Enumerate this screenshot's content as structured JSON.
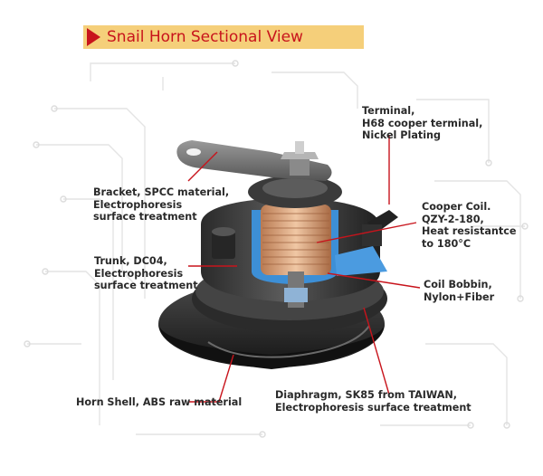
{
  "title": "Snail Horn Sectional View",
  "labels": {
    "terminal": "Terminal,\nH68 cooper terminal,\nNickel Plating",
    "bracket": "Bracket, SPCC material,\nElectrophoresis\nsurface treatment",
    "coil": "Cooper Coil.\nQZY-2-180,\nHeat resistantce\nto 180°C",
    "trunk": "Trunk, DC04,\nElectrophoresis\nsurface treatment",
    "bobbin": "Coil Bobbin,\nNylon+Fiber",
    "shell": "Horn Shell, ABS raw material",
    "diaphragm": "Diaphragm, SK85 from TAIWAN,\nElectrophoresis surface treatment"
  },
  "colors": {
    "accent_red": "#c8141c",
    "title_band": "#f5cf7a",
    "coil_copper": "#d8a27a",
    "bobbin_blue": "#3d8fd6",
    "metal_dark": "#3a3a3a"
  }
}
